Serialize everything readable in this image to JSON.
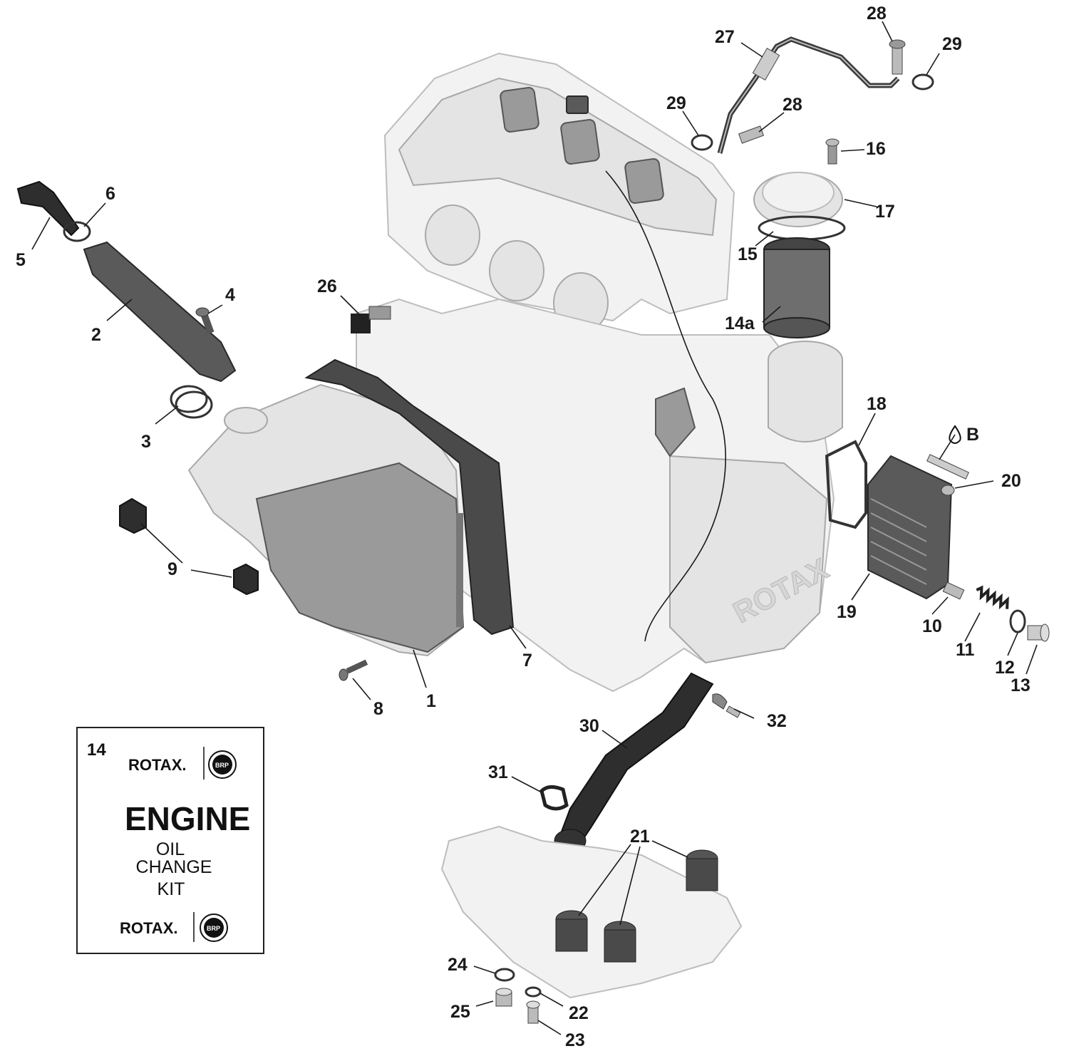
{
  "kit": {
    "number": "14",
    "brand_top": "ROTAX.",
    "brand_bottom": "ROTAX.",
    "badge": "BRP",
    "title": "ENGINE",
    "line1": "OIL",
    "line2": "CHANGE",
    "line3": "KIT"
  },
  "callouts": {
    "c1": "1",
    "c2": "2",
    "c3": "3",
    "c4": "4",
    "c5": "5",
    "c6": "6",
    "c7": "7",
    "c8": "8",
    "c9": "9",
    "c10": "10",
    "c11": "11",
    "c12": "12",
    "c13": "13",
    "c14a": "14a",
    "c15": "15",
    "c16": "16",
    "c17": "17",
    "c18": "18",
    "c19": "19",
    "c20": "20",
    "c21": "21",
    "c22": "22",
    "c23": "23",
    "c24": "24",
    "c25": "25",
    "c26": "26",
    "c27": "27",
    "c28a": "28",
    "c28b": "28",
    "c29a": "29",
    "c29b": "29",
    "c30": "30",
    "c31": "31",
    "c32": "32",
    "cB": "B"
  },
  "engine_marking": "ROTAX"
}
